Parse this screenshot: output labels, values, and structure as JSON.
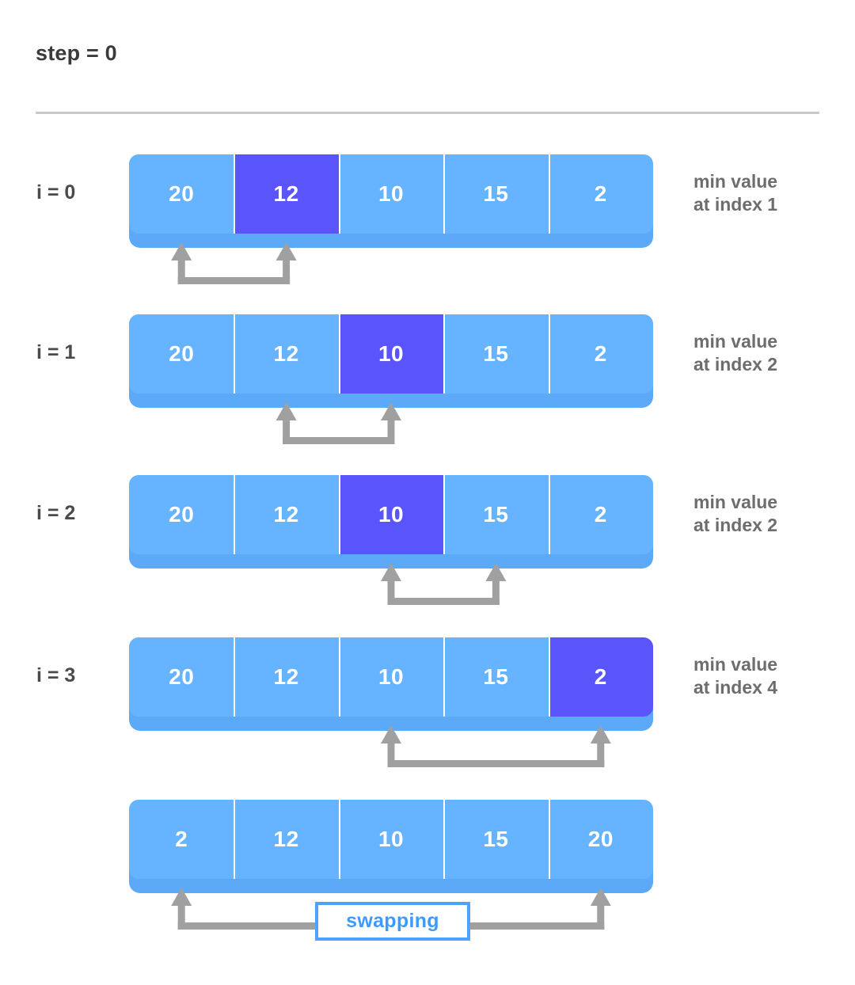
{
  "colors": {
    "background": "#ffffff",
    "cell": "#66B3FF",
    "cell_base": "#5CA9F7",
    "highlight": "#5A55FA",
    "arrow": "#A0A0A0",
    "divider": "#c9c9c9",
    "label_text": "#4a4a4a",
    "note_text": "#6d6d6d",
    "cell_text": "#ffffff",
    "badge_border": "#4DA3FF",
    "badge_text": "#3D9BFF"
  },
  "header": {
    "step_label": "step = 0"
  },
  "rows": [
    {
      "label": "i = 0",
      "values": [
        "20",
        "12",
        "10",
        "15",
        "2"
      ],
      "highlight_index": 1,
      "note_line1": "min value",
      "note_line2": "at index 1",
      "arrow_from_index": 0,
      "arrow_to_index": 1
    },
    {
      "label": "i = 1",
      "values": [
        "20",
        "12",
        "10",
        "15",
        "2"
      ],
      "highlight_index": 2,
      "note_line1": "min value",
      "note_line2": "at index 2",
      "arrow_from_index": 1,
      "arrow_to_index": 2
    },
    {
      "label": "i = 2",
      "values": [
        "20",
        "12",
        "10",
        "15",
        "2"
      ],
      "highlight_index": 2,
      "note_line1": "min value",
      "note_line2": "at index 2",
      "arrow_from_index": 2,
      "arrow_to_index": 3
    },
    {
      "label": "i = 3",
      "values": [
        "20",
        "12",
        "10",
        "15",
        "2"
      ],
      "highlight_index": 4,
      "note_line1": "min value",
      "note_line2": "at index 4",
      "arrow_from_index": 2,
      "arrow_to_index": 4
    },
    {
      "label": "",
      "values": [
        "2",
        "12",
        "10",
        "15",
        "20"
      ],
      "highlight_index": -1,
      "note_line1": "",
      "note_line2": "",
      "arrow_from_index": 0,
      "arrow_to_index": 4
    }
  ],
  "badge": {
    "label": "swapping"
  }
}
